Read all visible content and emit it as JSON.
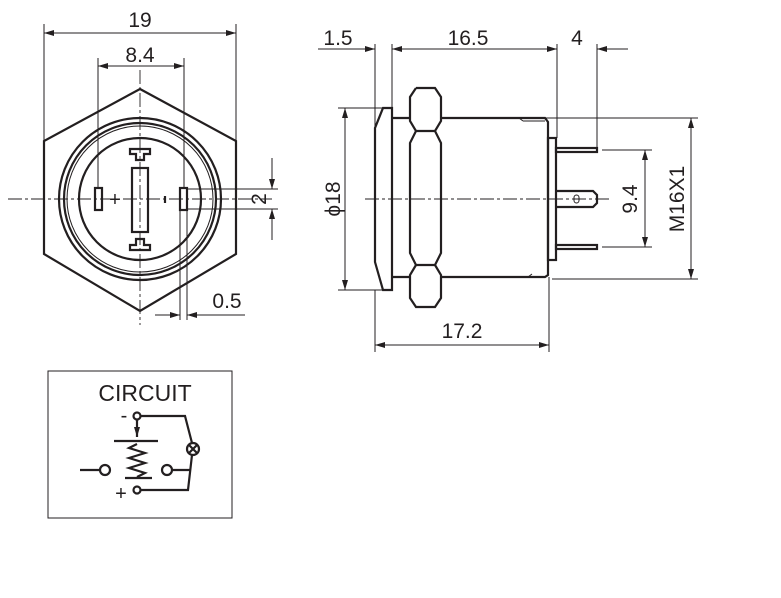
{
  "front_view": {
    "dims": {
      "width": "19",
      "pin_spacing": "8.4",
      "pin_height": "2",
      "pin_thickness": "0.5"
    },
    "pin_marks": {
      "plus": "+",
      "minus": "-"
    }
  },
  "side_view": {
    "dims": {
      "bezel": "1.5",
      "body": "16.5",
      "pins": "4",
      "diameter": "ϕ18",
      "overall": "17.2",
      "pin_pitch": "9.4",
      "thread": "M16X1"
    }
  },
  "circuit": {
    "title": "CIRCUIT",
    "minus": "-",
    "plus": "+"
  },
  "colors": {
    "line": "#231f20",
    "background": "#ffffff"
  }
}
